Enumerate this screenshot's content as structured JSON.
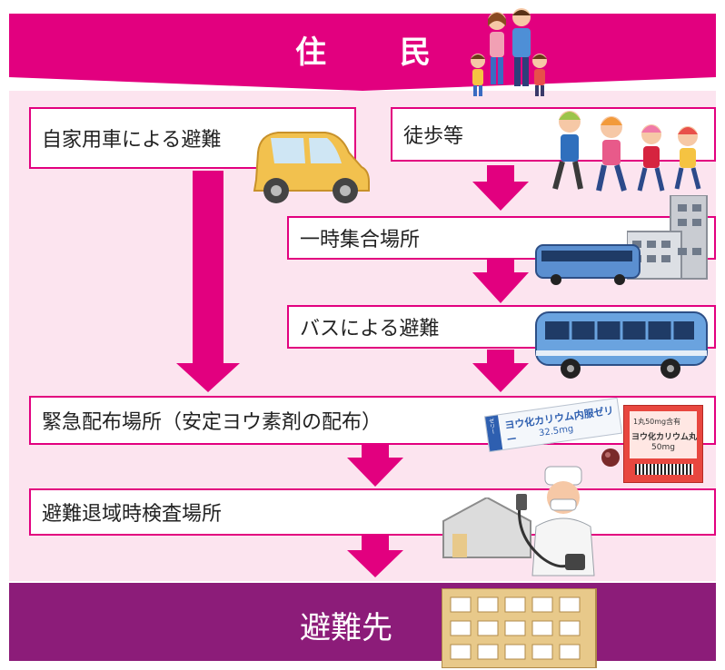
{
  "colors": {
    "magenta": "#e2007f",
    "pink_bg": "#fce4ef",
    "purple": "#8c1c79"
  },
  "header": {
    "left": "住",
    "right": "民"
  },
  "boxes": {
    "car": "自家用車による避難",
    "walk": "徒歩等",
    "assembly": "一時集合場所",
    "bus": "バスによる避難",
    "distribution": "緊急配布場所（安定ヨウ素剤の配布）",
    "inspection": "避難退域時検査場所"
  },
  "destination": "避難先",
  "medicine": {
    "jelly_label": "ヨウ化カリウム内服ゼリー",
    "jelly_dose": "32.5mg",
    "jelly_side": "ゼリー",
    "pack_header": "1丸50mg含有",
    "pack_name": "ヨウ化カリウム丸",
    "pack_dose": "50mg"
  },
  "icons": [
    "family-icon",
    "car-icon",
    "children-walking-icon",
    "building-icon",
    "bus-icon",
    "medicine-icon",
    "inspector-icon",
    "house-icon",
    "apartment-icon"
  ]
}
